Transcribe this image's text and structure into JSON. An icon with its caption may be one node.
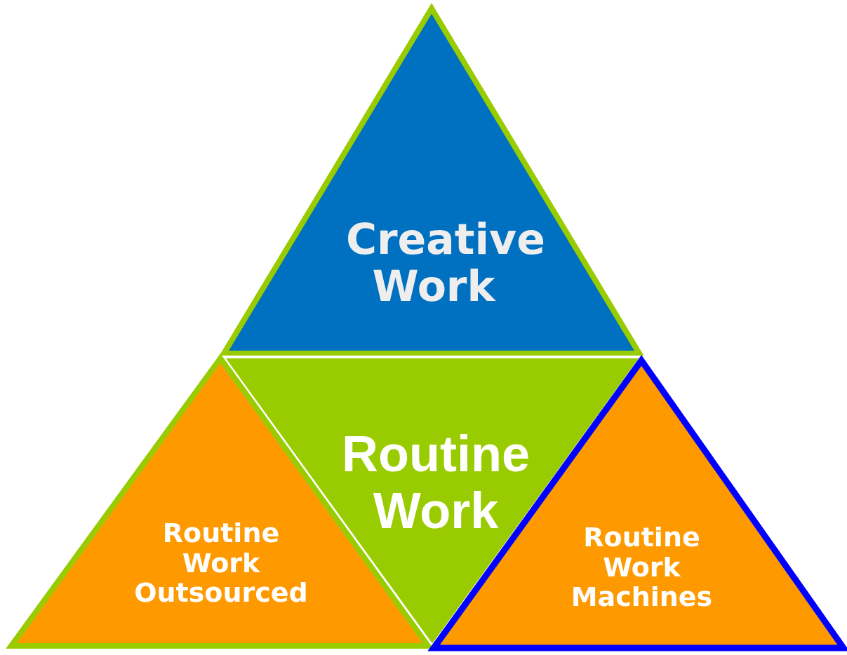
{
  "diagram": {
    "nodes": [
      {
        "text": [
          "Creative Work"
        ]
      },
      {
        "text": [
          "Routine Work"
        ]
      },
      {
        "text": [
          "Routine Work Outsourced"
        ]
      },
      {
        "text": [
          "Routine Work Machines"
        ]
      }
    ]
  }
}
